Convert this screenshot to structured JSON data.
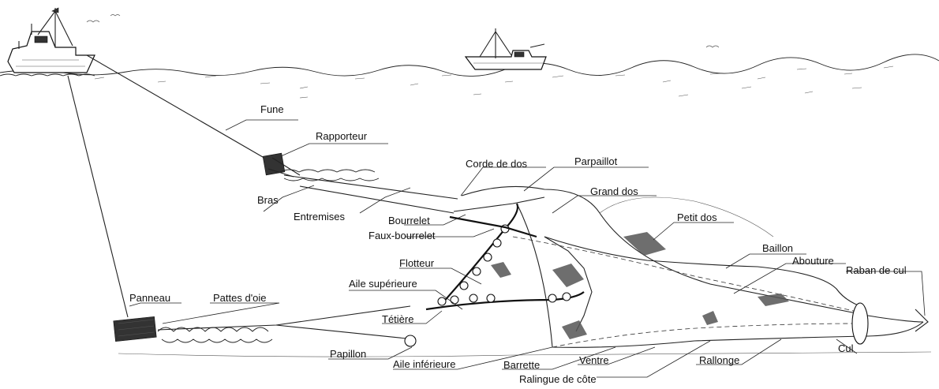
{
  "labels": {
    "fune": "Fune",
    "rapporteur": "Rapporteur",
    "corde_de_dos": "Corde de dos",
    "parpaillot": "Parpaillot",
    "grand_dos": "Grand dos",
    "bras": "Bras",
    "entremises": "Entremises",
    "bourrelet": "Bourrelet",
    "faux_bourrelet": "Faux-bourrelet",
    "petit_dos": "Petit dos",
    "baillon": "Baillon",
    "abouture": "Abouture",
    "raban_de_cul": "Raban de cul",
    "flotteur": "Flotteur",
    "aile_superieure": "Aile supérieure",
    "panneau": "Panneau",
    "pattes_doie": "Pattes d'oie",
    "tetiere": "Tétière",
    "papillon": "Papillon",
    "aile_inferieure": "Aile inférieure",
    "barrette": "Barrette",
    "ventre": "Ventre",
    "cul": "Cul",
    "rallonge": "Rallonge",
    "ralingue_de_cote": "Ralingue de côte"
  }
}
